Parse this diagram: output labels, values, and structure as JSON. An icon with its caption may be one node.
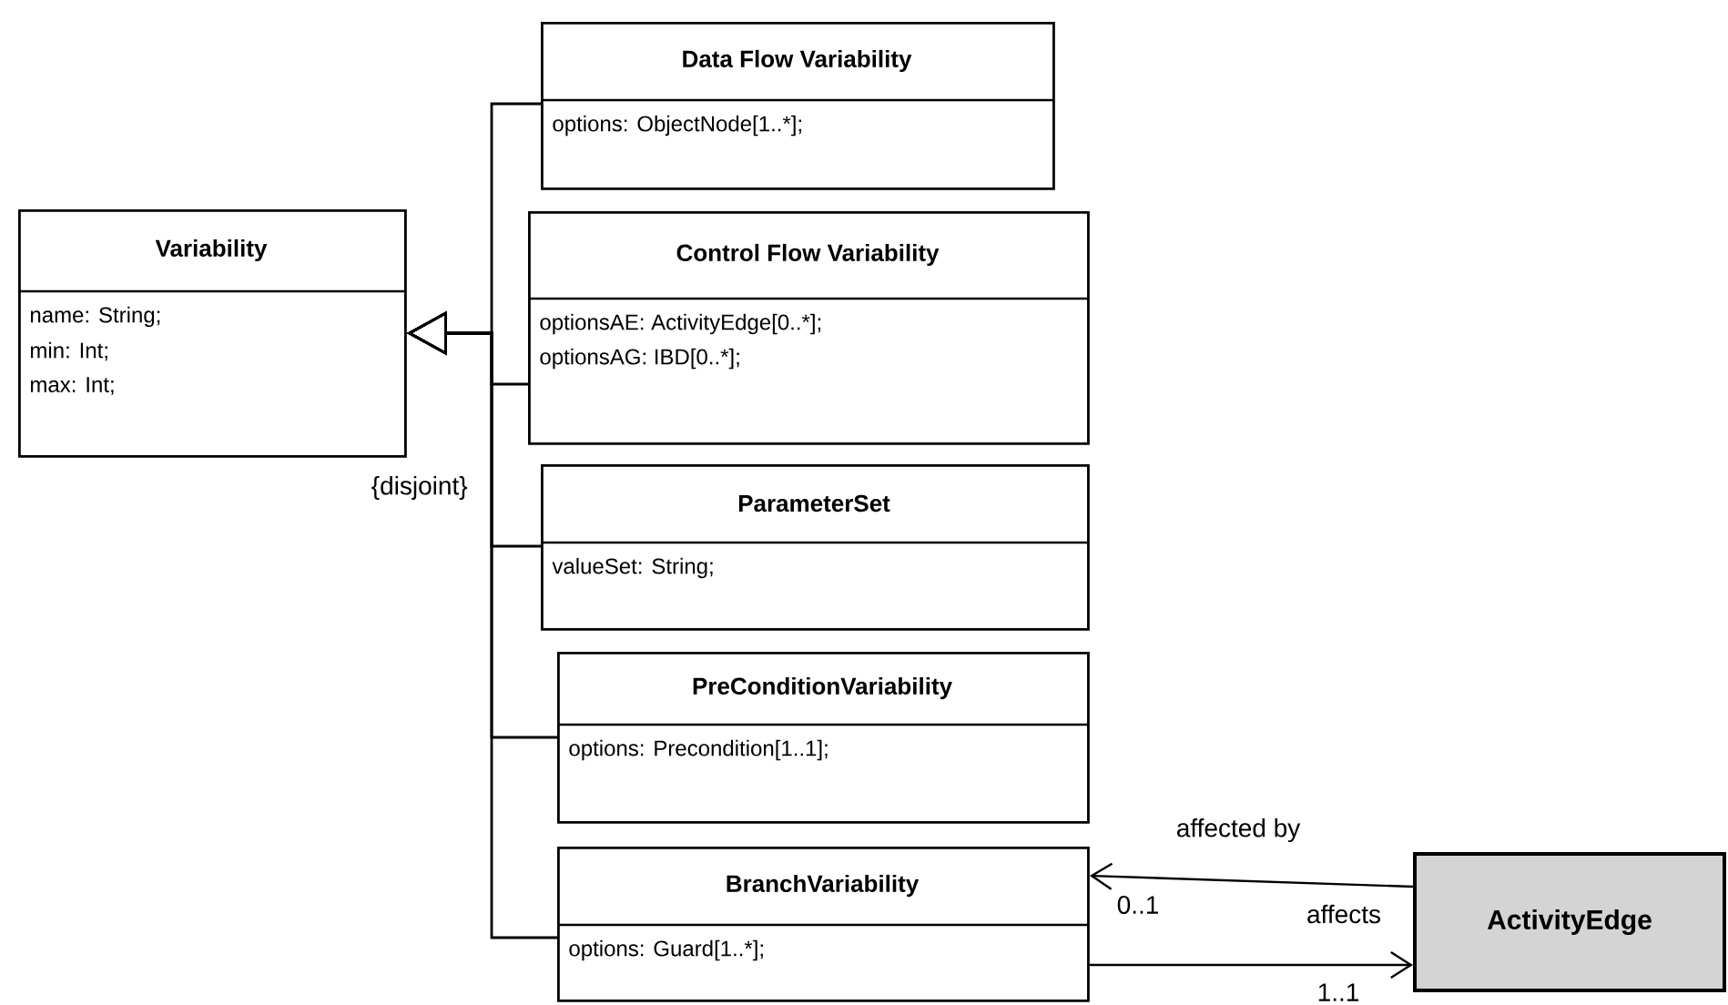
{
  "diagram": {
    "nodes": [
      {
        "text": [
          "Variability",
          "name: String;",
          "min: Int;",
          "max: Int;"
        ]
      },
      {
        "text": [
          "Data Flow Variability",
          "options: ObjectNode[1..*];"
        ]
      },
      {
        "text": [
          "Control Flow Variability",
          "optionsAE: ActivityEdge[0..*];",
          "optionsAG: IBD[0..*];"
        ]
      },
      {
        "text": [
          "ParameterSet",
          "valueSet: String;"
        ]
      },
      {
        "text": [
          "PreConditionVariability",
          "options: Precondition[1..1];"
        ]
      },
      {
        "text": [
          "BranchVariability",
          "options: Guard[1..*];"
        ]
      },
      {
        "text": [
          "ActivityEdge"
        ]
      }
    ],
    "edges": [
      {
        "from": 1,
        "to": 0,
        "arrow": "to"
      },
      {
        "from": 2,
        "to": 0,
        "arrow": "to"
      },
      {
        "from": 3,
        "to": 0,
        "arrow": "to"
      },
      {
        "from": 4,
        "to": 0,
        "arrow": "to"
      },
      {
        "from": 5,
        "to": 0,
        "arrow": "to"
      },
      {
        "from": 6,
        "to": 5,
        "arrow": "to",
        "label": "affected by"
      },
      {
        "from": 5,
        "to": 6,
        "arrow": "to",
        "label": "affects"
      }
    ],
    "labels": [
      "{disjoint}",
      "0..1",
      "1..1"
    ]
  }
}
